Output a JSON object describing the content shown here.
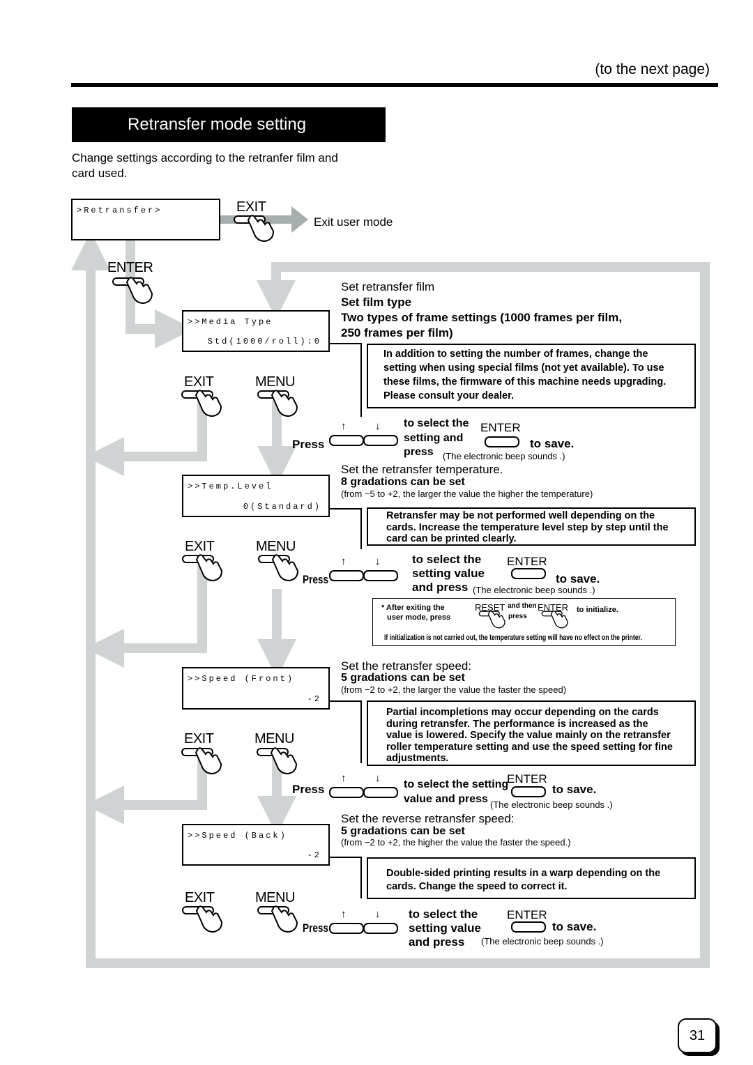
{
  "header": {
    "next_page": "(to the next page)"
  },
  "section": {
    "title": "Retransfer mode setting",
    "intro_line1": "Change settings according to the retranfer film and",
    "intro_line2": "card used."
  },
  "keys": {
    "exit": "EXIT",
    "menu": "MENU",
    "enter": "ENTER",
    "reset": "RESET",
    "press": "Press",
    "and_then": "and then"
  },
  "top": {
    "lcd_line1": ">Retransfer>",
    "exit_result": "Exit user mode"
  },
  "media": {
    "lcd_line1": ">>Media Type",
    "lcd_line2": "Std(1000/roll):0",
    "heading": "Set retransfer film",
    "bold1": "Set film type",
    "bold2": "Two types of frame settings (1000 frames per film,",
    "bold3": "250 frames per film)",
    "note": [
      "In addition to setting the number of frames, change the",
      "setting when using special films (not yet available). To use",
      "these films, the firmware of this machine needs upgrading.",
      "Please consult your dealer."
    ],
    "instr1": "to select the",
    "instr2": "setting and",
    "instr3": "press",
    "to_save": "to save.",
    "beep": "(The electronic beep sounds .)"
  },
  "temp": {
    "lcd_line1": ">>Temp.Level",
    "lcd_line2": "0(Standard)",
    "heading": "Set the retransfer temperature.",
    "bold": "8 gradations can be set",
    "range": "(from −5 to +2, the larger the value the higher the temperature)",
    "note": [
      "Retransfer may be not performed well depending on the",
      "cards.  Increase the temperature level step by step until the",
      "card can be printed clearly."
    ],
    "instr1": "to select the",
    "instr2": "setting value",
    "instr3": "and press",
    "to_save": "to save.",
    "beep": "(The electronic beep sounds .)",
    "init_star": "* After exiting the",
    "init_user": "user mode, press",
    "init_press": "press",
    "init_to": "to initialize.",
    "init_warn": "If initialization is not carried out, the temperature setting will have no effect on the printer."
  },
  "speed_front": {
    "lcd_line1": ">>Speed (Front)",
    "lcd_line2": "-2",
    "heading": "Set the retransfer speed:",
    "bold": "5 gradations can be set",
    "range": "(from −2 to +2, the larger the value the faster the speed)",
    "note": [
      "Partial incompletions may occur depending on the cards",
      "during retransfer.  The performance is increased as the",
      "value is lowered.  Specify the value mainly on the retransfer",
      "roller temperature setting and use the speed setting for fine",
      "adjustments."
    ],
    "instr1": "to select the setting",
    "instr2": "value and press",
    "to_save": "to save.",
    "beep": "(The electronic beep sounds .)"
  },
  "speed_back": {
    "lcd_line1": ">>Speed (Back)",
    "lcd_line2": "-2",
    "heading": "Set the reverse retransfer speed:",
    "bold": "5 gradations can be set",
    "range": "(from −2 to +2, the higher the value the faster the speed.)",
    "note": [
      "Double-sided printing results in a warp depending on the",
      "cards.  Change the speed to correct it."
    ],
    "instr1": "to select the",
    "instr2": "setting value",
    "instr3": "and press",
    "to_save": "to save.",
    "beep": "(The electronic beep sounds .)"
  },
  "page_number": "31"
}
